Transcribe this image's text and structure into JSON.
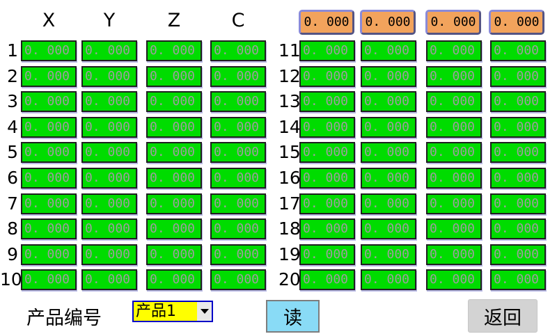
{
  "header": {
    "columns": [
      "X",
      "Y",
      "Z",
      "C"
    ]
  },
  "top_display": {
    "values": [
      "0. 000",
      "0. 000",
      "0. 000",
      "0. 000"
    ]
  },
  "table": {
    "left_rows": [
      {
        "num": "1",
        "values": [
          "0. 000",
          "0. 000",
          "0. 000",
          "0. 000"
        ]
      },
      {
        "num": "2",
        "values": [
          "0. 000",
          "0. 000",
          "0. 000",
          "0. 000"
        ]
      },
      {
        "num": "3",
        "values": [
          "0. 000",
          "0. 000",
          "0. 000",
          "0. 000"
        ]
      },
      {
        "num": "4",
        "values": [
          "0. 000",
          "0. 000",
          "0. 000",
          "0. 000"
        ]
      },
      {
        "num": "5",
        "values": [
          "0. 000",
          "0. 000",
          "0. 000",
          "0. 000"
        ]
      },
      {
        "num": "6",
        "values": [
          "0. 000",
          "0. 000",
          "0. 000",
          "0. 000"
        ]
      },
      {
        "num": "7",
        "values": [
          "0. 000",
          "0. 000",
          "0. 000",
          "0. 000"
        ]
      },
      {
        "num": "8",
        "values": [
          "0. 000",
          "0. 000",
          "0. 000",
          "0. 000"
        ]
      },
      {
        "num": "9",
        "values": [
          "0. 000",
          "0. 000",
          "0. 000",
          "0. 000"
        ]
      },
      {
        "num": "10",
        "values": [
          "0. 000",
          "0. 000",
          "0. 000",
          "0. 000"
        ]
      }
    ],
    "right_rows": [
      {
        "num": "11",
        "values": [
          "0. 000",
          "0. 000",
          "0. 000",
          "0. 000"
        ]
      },
      {
        "num": "12",
        "values": [
          "0. 000",
          "0. 000",
          "0. 000",
          "0. 000"
        ]
      },
      {
        "num": "13",
        "values": [
          "0. 000",
          "0. 000",
          "0. 000",
          "0. 000"
        ]
      },
      {
        "num": "14",
        "values": [
          "0. 000",
          "0. 000",
          "0. 000",
          "0. 000"
        ]
      },
      {
        "num": "15",
        "values": [
          "0. 000",
          "0. 000",
          "0. 000",
          "0. 000"
        ]
      },
      {
        "num": "16",
        "values": [
          "0. 000",
          "0. 000",
          "0. 000",
          "0. 000"
        ]
      },
      {
        "num": "17",
        "values": [
          "0. 000",
          "0. 000",
          "0. 000",
          "0. 000"
        ]
      },
      {
        "num": "18",
        "values": [
          "0. 000",
          "0. 000",
          "0. 000",
          "0. 000"
        ]
      },
      {
        "num": "19",
        "values": [
          "0. 000",
          "0. 000",
          "0. 000",
          "0. 000"
        ]
      },
      {
        "num": "20",
        "values": [
          "0. 000",
          "0. 000",
          "0. 000",
          "0. 000"
        ]
      }
    ]
  },
  "footer": {
    "product_label": "产品编号",
    "product_value": "产品1",
    "read_label": "读",
    "back_label": "返回"
  },
  "colors": {
    "cell_green": "#00DC00",
    "cell_text_gray": "#9e9e9e",
    "display_orange": "#F2A35C",
    "display_border_blue": "#8a8ad8",
    "dropdown_yellow": "#FFFF00",
    "dropdown_border_blue": "#0000C8",
    "read_button_blue": "#89DBF6",
    "back_button_gray": "#D3D3D3"
  },
  "layout": {
    "left_col_offsets": [
      30,
      117,
      210,
      302
    ],
    "right_col_offsets": [
      30,
      118,
      212,
      304
    ],
    "display_col_lefts": [
      429,
      517,
      611,
      702
    ],
    "row_top_start": 58,
    "row_step": 36.6
  }
}
